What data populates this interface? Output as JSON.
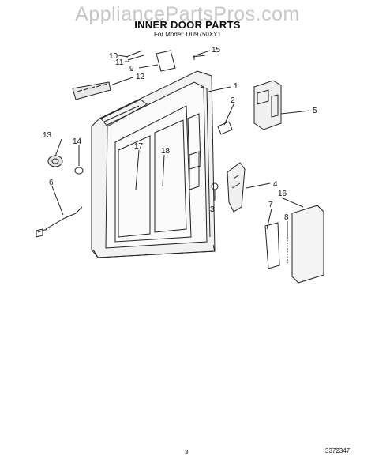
{
  "watermark": "AppliancePartsPros.com",
  "title": "INNER DOOR PARTS",
  "subtitle": "For Model: DU9750XY1",
  "page_number": "3",
  "document_number": "3372347",
  "callouts": [
    "1",
    "2",
    "3",
    "4",
    "5",
    "6",
    "7",
    "8",
    "9",
    "10",
    "11",
    "12",
    "13",
    "14",
    "15",
    "16",
    "17",
    "18"
  ]
}
